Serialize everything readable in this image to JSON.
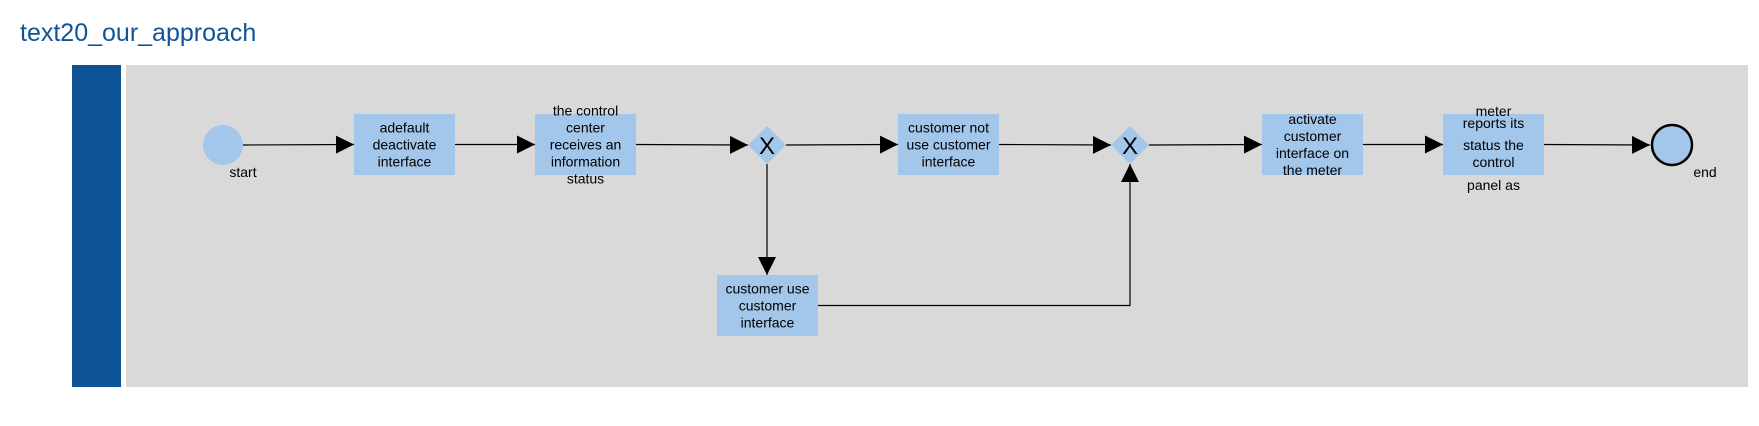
{
  "title": "text20_our_approach",
  "colors": {
    "title": "#0f5499",
    "pool_band": "#0e5396",
    "lane": "#d9d9d9",
    "node_fill": "#a3c6eb",
    "stroke": "#000000"
  },
  "events": [
    {
      "id": "start",
      "kind": "start",
      "label": "start"
    },
    {
      "id": "end",
      "kind": "end",
      "label": "end"
    }
  ],
  "tasks": [
    {
      "id": "t1",
      "label": [
        "adefault",
        "deactivate",
        "interface"
      ]
    },
    {
      "id": "t2",
      "label": [
        "the control",
        "center",
        "receives an",
        "information",
        "status"
      ]
    },
    {
      "id": "t3",
      "label": [
        "customer not",
        "use customer",
        "interface"
      ]
    },
    {
      "id": "t4",
      "label": [
        "customer use",
        "customer",
        "interface"
      ]
    },
    {
      "id": "t5",
      "label": [
        "activate",
        "customer",
        "interface on",
        "the meter"
      ]
    },
    {
      "id": "t6",
      "label": [
        "meter",
        "reports its",
        "status the",
        "control",
        "panel as"
      ]
    }
  ],
  "gateways": [
    {
      "id": "g1",
      "symbol": "X"
    },
    {
      "id": "g2",
      "symbol": "X"
    }
  ],
  "flows": [
    {
      "from": "start",
      "to": "t1"
    },
    {
      "from": "t1",
      "to": "t2"
    },
    {
      "from": "t2",
      "to": "g1"
    },
    {
      "from": "g1",
      "to": "t3"
    },
    {
      "from": "g1",
      "to": "t4"
    },
    {
      "from": "t3",
      "to": "g2"
    },
    {
      "from": "t4",
      "to": "g2"
    },
    {
      "from": "g2",
      "to": "t5"
    },
    {
      "from": "t5",
      "to": "t6"
    },
    {
      "from": "t6",
      "to": "end"
    }
  ]
}
